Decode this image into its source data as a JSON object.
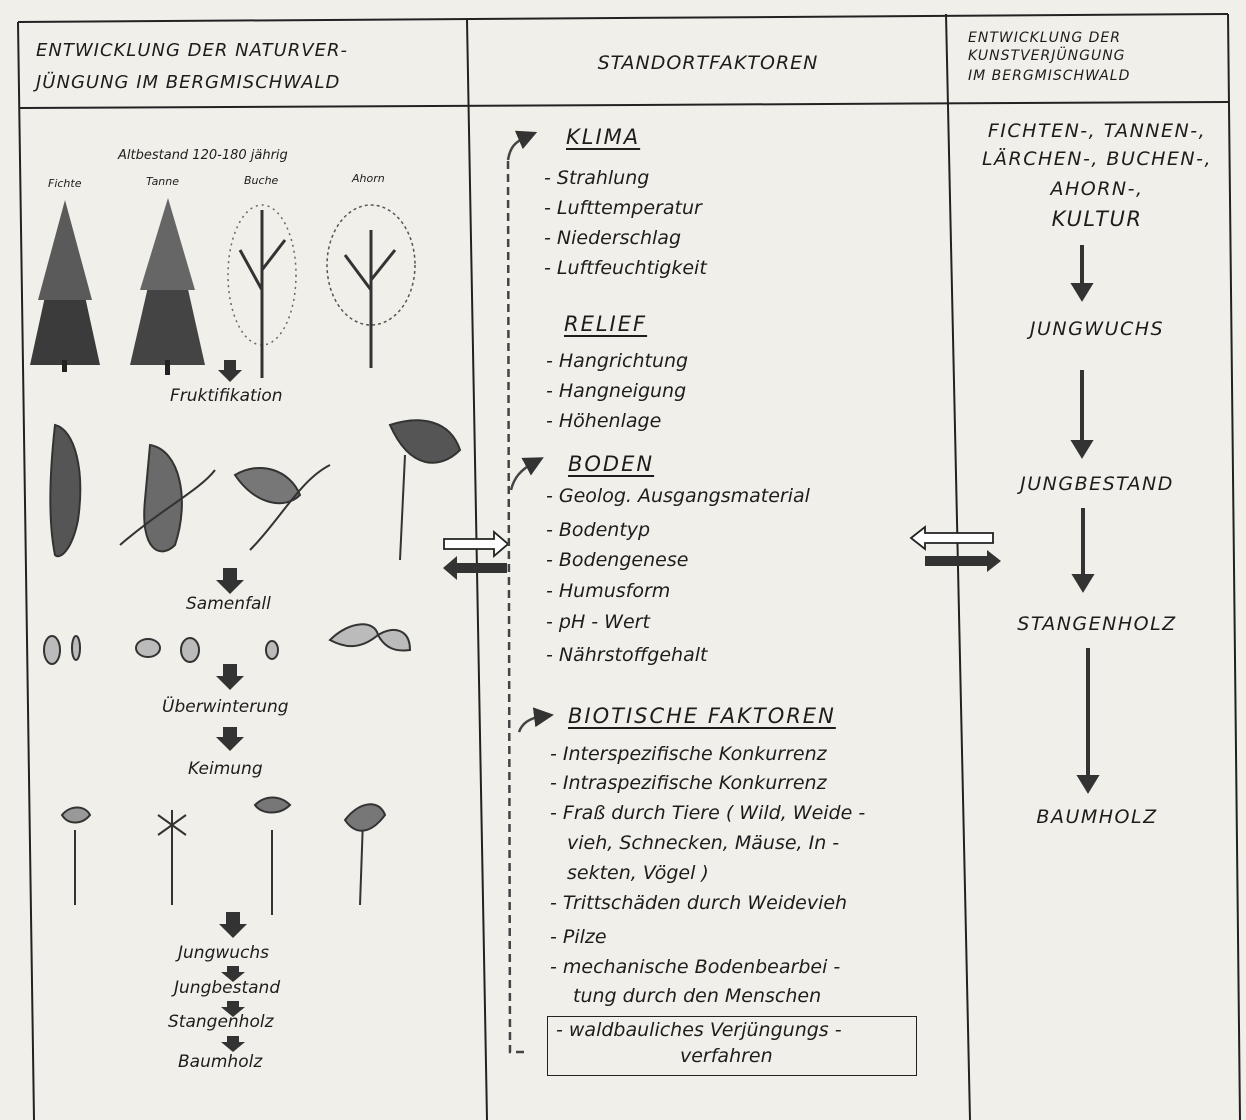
{
  "headers": {
    "left_line1": "ENTWICKLUNG DER NATURVER-",
    "left_line2": "JÜNGUNG IM BERGMISCHWALD",
    "middle": "STANDORTFAKTOREN",
    "right_line1": "ENTWICKLUNG DER",
    "right_line2": "KUNSTVERJÜNGUNG",
    "right_line3": "IM BERGMISCHWALD"
  },
  "left": {
    "stand_label": "Altbestand 120-180 jährig",
    "species": [
      "Fichte",
      "Tanne",
      "Buche",
      "Ahorn"
    ],
    "stages": [
      "Fruktifikation",
      "Samenfall",
      "Überwinterung",
      "Keimung",
      "Jungwuchs",
      "Jungbestand",
      "Stangenholz",
      "Baumholz"
    ]
  },
  "middle": {
    "groups": [
      {
        "title": "KLIMA",
        "items": [
          "- Strahlung",
          "- Lufttemperatur",
          "- Niederschlag",
          "- Luftfeuchtigkeit"
        ]
      },
      {
        "title": "RELIEF",
        "items": [
          "- Hangrichtung",
          "- Hangneigung",
          "- Höhenlage"
        ]
      },
      {
        "title": "BODEN",
        "items": [
          "- Geolog. Ausgangsmaterial",
          "- Bodentyp",
          "- Bodengenese",
          "- Humusform",
          "- pH - Wert",
          "- Nährstoffgehalt"
        ]
      },
      {
        "title": "BIOTISCHE FAKTOREN",
        "items": [
          "- Interspezifische Konkurrenz",
          "- Intraspezifische Konkurrenz",
          "- Fraß durch Tiere ( Wild, Weide -",
          "vieh, Schnecken, Mäuse, In -",
          "sekten, Vögel )",
          "- Trittschäden durch Weidevieh",
          "- Pilze",
          "- mechanische Bodenbearbei -",
          "tung durch den Menschen"
        ]
      }
    ],
    "boxed_line1": "- waldbauliches Verjüngungs -",
    "boxed_line2": "verfahren"
  },
  "right": {
    "culture_line1": "FICHTEN-, TANNEN-,",
    "culture_line2": "LÄRCHEN-, BUCHEN-,",
    "culture_line3": "AHORN-,",
    "culture_line4": "KULTUR",
    "stages": [
      "JUNGWUCHS",
      "JUNGBESTAND",
      "STANGENHOLZ",
      "BAUMHOLZ"
    ]
  }
}
